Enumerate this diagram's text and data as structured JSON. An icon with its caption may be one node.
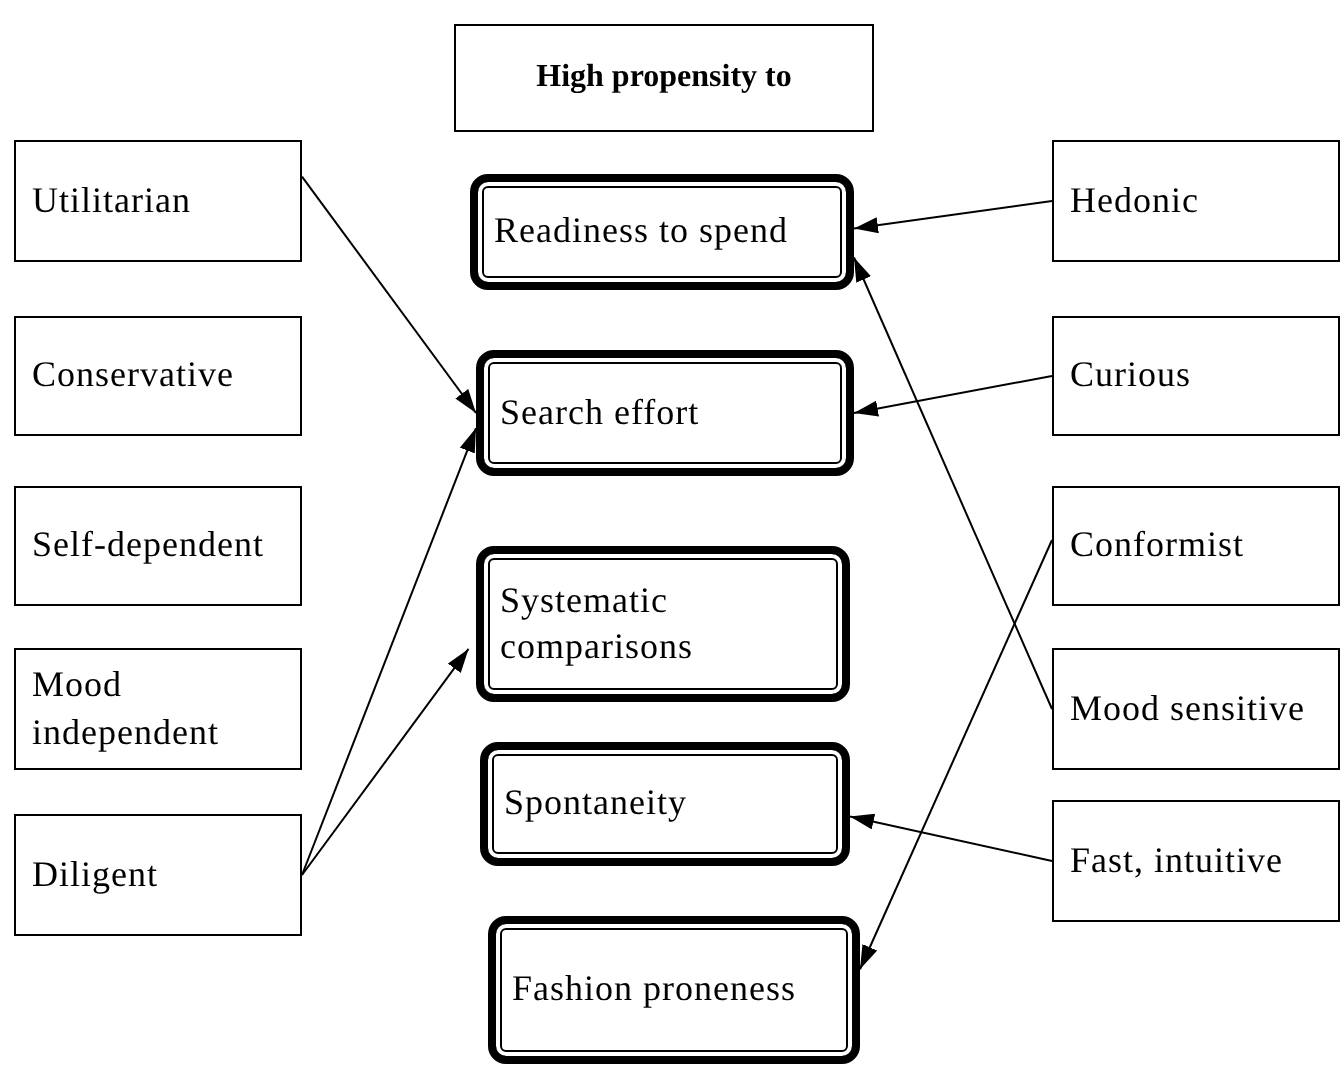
{
  "diagram": {
    "nodes": [
      {
        "text": [
          "High propensity to"
        ]
      },
      {
        "text": [
          "Utilitarian"
        ]
      },
      {
        "text": [
          "Readiness to spend"
        ]
      },
      {
        "text": [
          "Hedonic"
        ]
      },
      {
        "text": [
          "Conservative"
        ]
      },
      {
        "text": [
          "Search effort"
        ]
      },
      {
        "text": [
          "Curious"
        ]
      },
      {
        "text": [
          "Self-dependent"
        ]
      },
      {
        "text": [
          "Systematic comparisons"
        ]
      },
      {
        "text": [
          "Conformist"
        ]
      },
      {
        "text": [
          "Mood independent"
        ]
      },
      {
        "text": [
          "Mood sensitive"
        ]
      },
      {
        "text": [
          "Spontaneity"
        ]
      },
      {
        "text": [
          "Diligent"
        ]
      },
      {
        "text": [
          "Fast, intuitive"
        ]
      },
      {
        "text": [
          "Fashion proneness"
        ]
      }
    ],
    "edges": [
      {
        "from": 1,
        "to": 5,
        "arrow": "to"
      },
      {
        "from": 13,
        "to": 5,
        "arrow": "to"
      },
      {
        "from": 13,
        "to": 8,
        "arrow": "to"
      },
      {
        "from": 3,
        "to": 2,
        "arrow": "to"
      },
      {
        "from": 6,
        "to": 5,
        "arrow": "to"
      },
      {
        "from": 11,
        "to": 2,
        "arrow": "to"
      },
      {
        "from": 9,
        "to": 15,
        "arrow": "to"
      },
      {
        "from": 14,
        "to": 12,
        "arrow": "to"
      }
    ]
  }
}
